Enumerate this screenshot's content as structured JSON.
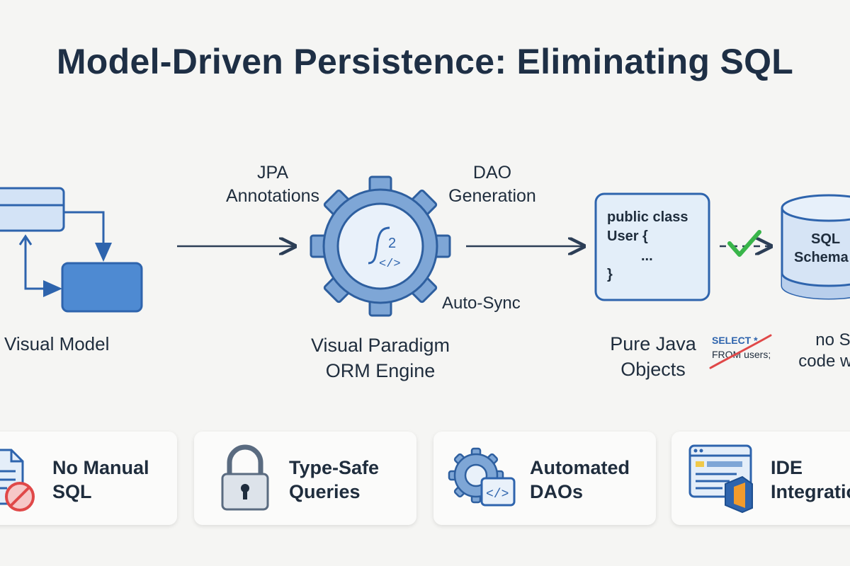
{
  "title": "Model-Driven Persistence: Eliminating SQL",
  "flow": {
    "visual_model_label": "Visual Model",
    "jpa_label": [
      "JPA",
      "Annotations"
    ],
    "dao_label": [
      "DAO",
      "Generation"
    ],
    "auto_sync_label": "Auto-Sync",
    "engine_label": [
      "Visual Paradigm",
      "ORM Engine"
    ],
    "java_code": [
      "public class",
      "User {",
      "...",
      "}"
    ],
    "java_label": [
      "Pure Java",
      "Objects"
    ],
    "sql_schema_label": [
      "SQL",
      "Schema"
    ],
    "struck_sql": [
      "SELECT *",
      "FROM users;"
    ],
    "no_sql_label": [
      "no SQL",
      "code written"
    ]
  },
  "features": [
    {
      "label": [
        "No Manual",
        "SQL"
      ],
      "icon": "document-no-icon"
    },
    {
      "label": [
        "Type-Safe",
        "Queries"
      ],
      "icon": "lock-icon"
    },
    {
      "label": [
        "Automated",
        "DAOs"
      ],
      "icon": "gear-code-icon"
    },
    {
      "label": [
        "IDE",
        "Integration"
      ],
      "icon": "ide-window-icon"
    }
  ],
  "colors": {
    "navy": "#1e2f45",
    "blue": "#3f78c2",
    "light_blue": "#cfe0f4",
    "check_green": "#39b54a",
    "stop_red": "#e04848"
  }
}
